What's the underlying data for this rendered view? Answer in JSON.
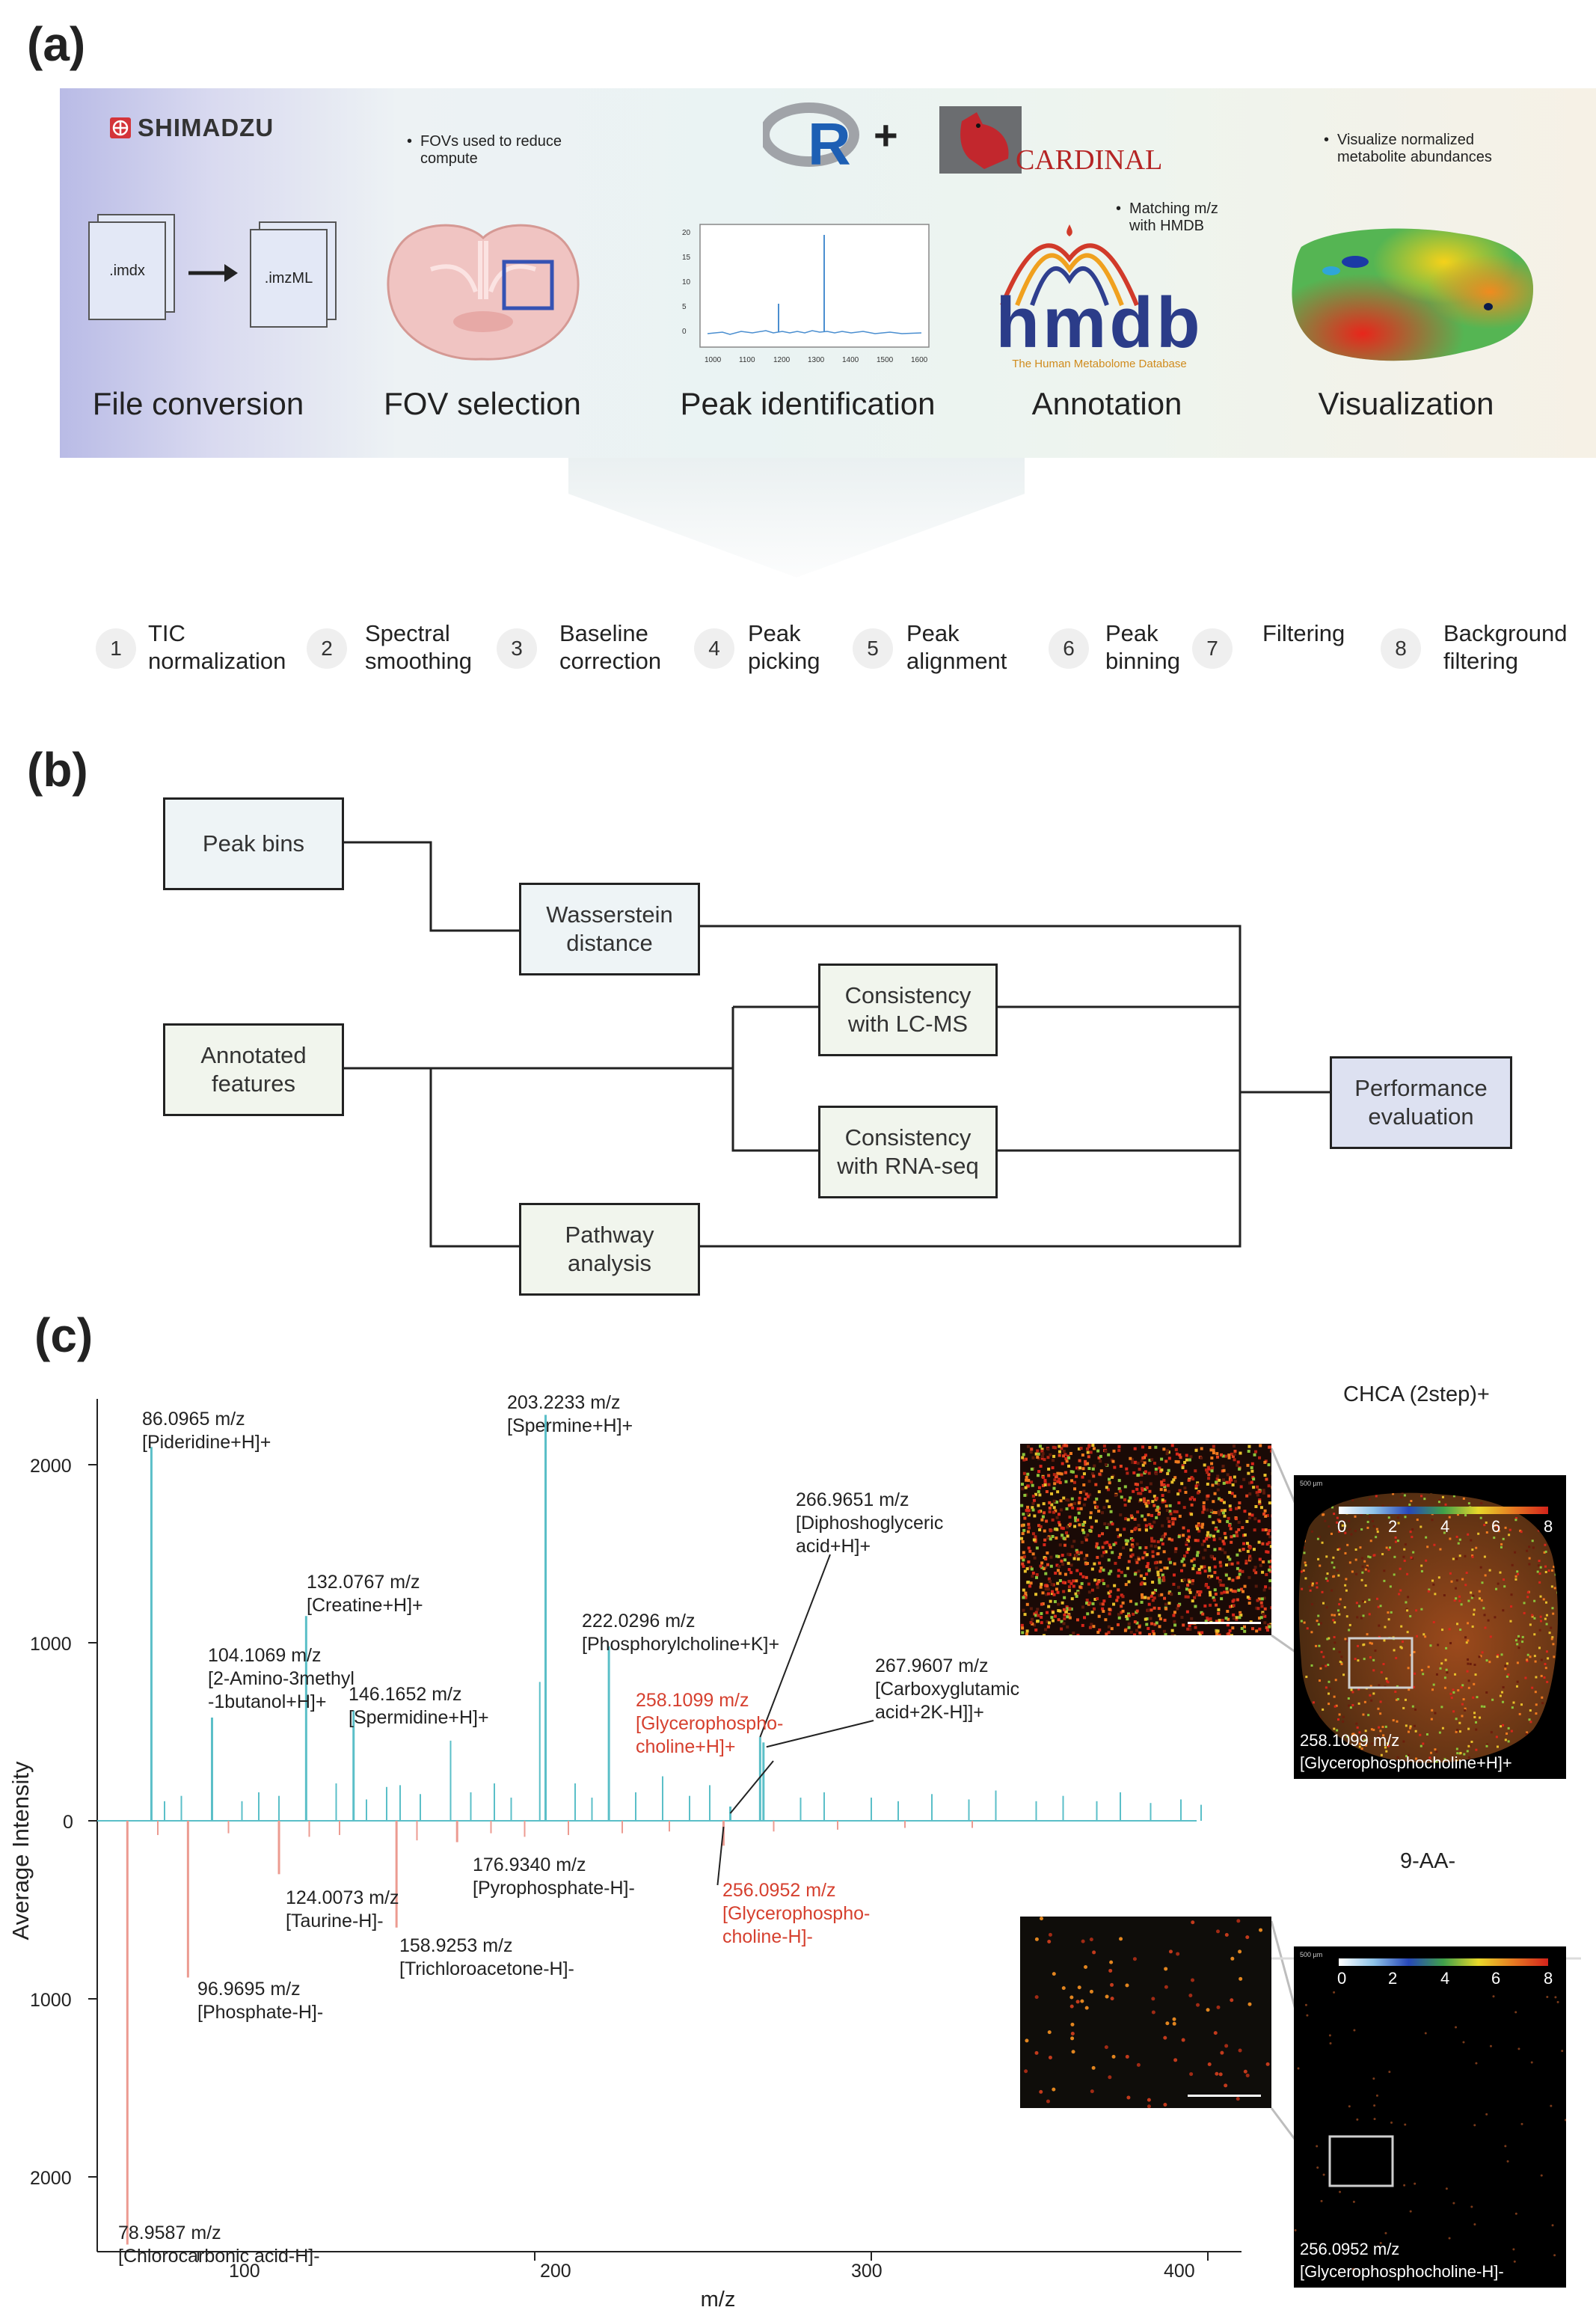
{
  "panels": {
    "a": "(a)",
    "b": "(b)",
    "c": "(c)"
  },
  "pipeline": {
    "logos": {
      "shimadzu": "SHIMADZU",
      "r": "R",
      "plus": "+",
      "cardinal": "CARDINAL",
      "hmdb": "hmdb",
      "hmdb_sub": "The Human Metabolome Database"
    },
    "files": {
      "from": ".imdx",
      "to": ".imzML"
    },
    "bullets": {
      "fov": "FOVs used to reduce compute",
      "annotation": "Matching m/z with HMDB",
      "visualization": "Visualize normalized metabolite abundances"
    },
    "stages": [
      "File conversion",
      "FOV selection",
      "Peak identification",
      "Annotation",
      "Visualization"
    ],
    "mini_spectrum": {
      "x_ticks": [
        "1000",
        "1100",
        "1200",
        "1300",
        "1400",
        "1500",
        "1600"
      ],
      "y_ticks": [
        "20",
        "15",
        "10",
        "5",
        "0"
      ]
    }
  },
  "steps": [
    {
      "num": "1",
      "label": "TIC\nnormalization"
    },
    {
      "num": "2",
      "label": "Spectral\nsmoothing"
    },
    {
      "num": "3",
      "label": "Baseline\ncorrection"
    },
    {
      "num": "4",
      "label": "Peak\npicking"
    },
    {
      "num": "5",
      "label": "Peak\nalignment"
    },
    {
      "num": "6",
      "label": "Peak\nbinning"
    },
    {
      "num": "7",
      "label": "Filtering"
    },
    {
      "num": "8",
      "label": "Background\nfiltering"
    }
  ],
  "flow": {
    "peak_bins": "Peak bins",
    "wasserstein": "Wasserstein distance",
    "annotated": "Annotated features",
    "lcms": "Consistency with LC-MS",
    "rnaseq": "Consistency with RNA-seq",
    "pathway": "Pathway analysis",
    "performance": "Performance evaluation",
    "colors": {
      "input": "#eef4f6",
      "middle": "#f1f5ed",
      "output": "#dde1f1"
    }
  },
  "chart_data": {
    "type": "bar",
    "title": "",
    "xlabel": "m/z",
    "ylabel": "Average Intensity",
    "xlim": [
      70,
      410
    ],
    "ylim": [
      -2500,
      2500
    ],
    "x_ticks": [
      100,
      200,
      300,
      400
    ],
    "y_ticks_labels": [
      "2000",
      "1000",
      "0",
      "1000",
      "2000"
    ],
    "y_ticks_values": [
      2000,
      1000,
      0,
      -1000,
      -2000
    ],
    "series": [
      {
        "colour": "#5bbfc8",
        "direction": "positive",
        "peaks": [
          {
            "mz": 86.0965,
            "y": 2100,
            "label": [
              "86.0965 m/z",
              "[Pideridine+H]+"
            ]
          },
          {
            "mz": 104.1069,
            "y": 580,
            "label": [
              "104.1069 m/z",
              "[2-Amino-3methyl",
              "-1butanol+H]+"
            ]
          },
          {
            "mz": 132.0767,
            "y": 1150,
            "label": [
              "132.0767 m/z",
              "[Creatine+H]+"
            ]
          },
          {
            "mz": 146.1652,
            "y": 620,
            "label": [
              "146.1652 m/z",
              "[Spermidine+H]+"
            ]
          },
          {
            "mz": 203.2233,
            "y": 2280,
            "label": [
              "203.2233 m/z",
              "[Spermine+H]+"
            ]
          },
          {
            "mz": 222.0296,
            "y": 980,
            "label": [
              "222.0296 m/z",
              "[Phosphorylcholine+K]+"
            ]
          },
          {
            "mz": 258.1099,
            "y": 80,
            "highlight": true,
            "label": [
              "258.1099 m/z",
              "[Glycerophospho-",
              "choline+H]+"
            ]
          },
          {
            "mz": 266.9651,
            "y": 470,
            "label": [
              "266.9651 m/z",
              "[Diphoshoglyceric",
              "acid+H]+"
            ]
          },
          {
            "mz": 267.9607,
            "y": 440,
            "label": [
              "267.9607 m/z",
              "[Carboxyglutamic",
              "acid+2K-H]]+"
            ]
          },
          {
            "mz": 175.0,
            "y": 450
          },
          {
            "mz": 201.5,
            "y": 780
          },
          {
            "mz": 160.0,
            "y": 200
          },
          {
            "mz": 118.0,
            "y": 160
          },
          {
            "mz": 90.0,
            "y": 110
          },
          {
            "mz": 95.0,
            "y": 140
          },
          {
            "mz": 113.0,
            "y": 110
          },
          {
            "mz": 124.0,
            "y": 140
          },
          {
            "mz": 141.0,
            "y": 210
          },
          {
            "mz": 150.0,
            "y": 120
          },
          {
            "mz": 156.0,
            "y": 190
          },
          {
            "mz": 166.0,
            "y": 150
          },
          {
            "mz": 181.0,
            "y": 160
          },
          {
            "mz": 188.0,
            "y": 210
          },
          {
            "mz": 193.0,
            "y": 130
          },
          {
            "mz": 212.0,
            "y": 210
          },
          {
            "mz": 217.0,
            "y": 130
          },
          {
            "mz": 230.0,
            "y": 160
          },
          {
            "mz": 238.0,
            "y": 250
          },
          {
            "mz": 246.0,
            "y": 140
          },
          {
            "mz": 252.0,
            "y": 200
          },
          {
            "mz": 279.0,
            "y": 130
          },
          {
            "mz": 286.0,
            "y": 160
          },
          {
            "mz": 300.0,
            "y": 130
          },
          {
            "mz": 308.0,
            "y": 110
          },
          {
            "mz": 318.0,
            "y": 150
          },
          {
            "mz": 329.0,
            "y": 120
          },
          {
            "mz": 337.0,
            "y": 170
          },
          {
            "mz": 349.0,
            "y": 110
          },
          {
            "mz": 357.0,
            "y": 140
          },
          {
            "mz": 367.0,
            "y": 110
          },
          {
            "mz": 374.0,
            "y": 160
          },
          {
            "mz": 383.0,
            "y": 100
          },
          {
            "mz": 392.0,
            "y": 120
          },
          {
            "mz": 398.0,
            "y": 90
          }
        ]
      },
      {
        "colour": "#ec9b91",
        "direction": "negative",
        "peaks": [
          {
            "mz": 78.9587,
            "y": 2380,
            "label": [
              "78.9587 m/z",
              "[Chlorocarbonic acid-H]-"
            ]
          },
          {
            "mz": 96.9695,
            "y": 880,
            "label": [
              "96.9695 m/z",
              "[Phosphate-H]-"
            ]
          },
          {
            "mz": 124.0073,
            "y": 300,
            "label": [
              "124.0073 m/z",
              "[Taurine-H]-"
            ]
          },
          {
            "mz": 158.9253,
            "y": 600,
            "label": [
              "158.9253 m/z",
              "[Trichloroacetone-H]-"
            ]
          },
          {
            "mz": 176.934,
            "y": 120,
            "label": [
              "176.9340 m/z",
              "[Pyrophosphate-H]-"
            ]
          },
          {
            "mz": 256.0952,
            "y": 140,
            "highlight": true,
            "label": [
              "256.0952 m/z",
              "[Glycerophospho-",
              "choline-H]-"
            ]
          },
          {
            "mz": 88.0,
            "y": 80
          },
          {
            "mz": 109.0,
            "y": 70
          },
          {
            "mz": 133.0,
            "y": 90
          },
          {
            "mz": 142.0,
            "y": 80
          },
          {
            "mz": 165.0,
            "y": 110
          },
          {
            "mz": 187.0,
            "y": 70
          },
          {
            "mz": 197.0,
            "y": 90
          },
          {
            "mz": 210.0,
            "y": 80
          },
          {
            "mz": 226.0,
            "y": 70
          },
          {
            "mz": 240.0,
            "y": 60
          },
          {
            "mz": 271.0,
            "y": 60
          },
          {
            "mz": 290.0,
            "y": 50
          },
          {
            "mz": 310.0,
            "y": 40
          },
          {
            "mz": 330.0,
            "y": 40
          }
        ]
      }
    ]
  },
  "insets": {
    "pos": {
      "title": "CHCA (2step)+",
      "mz": "258.1099 m/z",
      "name": "[Glycerophosphocholine+H]+"
    },
    "neg": {
      "title": "9-AA-",
      "mz": "256.0952 m/z",
      "name": "[Glycerophosphocholine-H]-"
    },
    "colorbar_ticks": [
      "0",
      "2",
      "4",
      "6",
      "8"
    ],
    "scale_label": "500 µm"
  }
}
